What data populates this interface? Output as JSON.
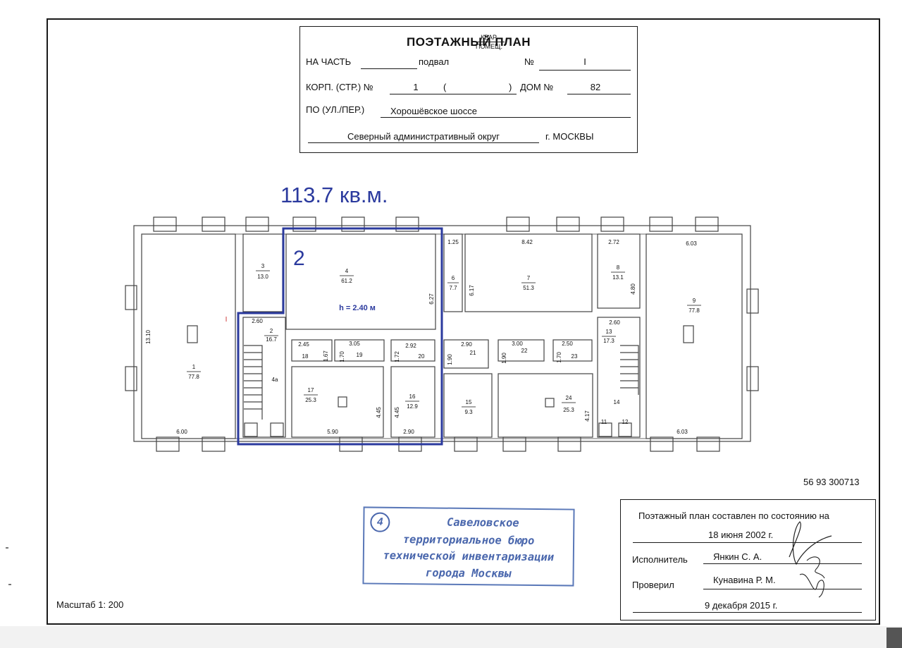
{
  "title_block": {
    "title": "ПОЭТАЖНЫЙ ПЛАН",
    "na_chast_label": "НА ЧАСТЬ",
    "podval": "подвал",
    "kvar": "КВАР.",
    "pomesh": "ПОМЕЩ.",
    "number_sign": "№",
    "number_value": "I",
    "korp_label": "КОРП. (СТР.) №",
    "korp_value": "1",
    "paren_open": "(",
    "paren_close": ")",
    "dom_label": "ДОМ №",
    "dom_value": "82",
    "po_label": "ПО (УЛ./ПЕР.)",
    "street": "Хорошёвское шоссе",
    "district": "Северный административный округ",
    "city": "г. МОСКВЫ"
  },
  "highlight": {
    "area": "113.7 кв.м.",
    "unit": "2",
    "color": "#2b3a9e"
  },
  "plan": {
    "rooms": [
      {
        "n": "1",
        "a": "77.8"
      },
      {
        "n": "2",
        "a": "16.7"
      },
      {
        "n": "3",
        "a": "13.0"
      },
      {
        "n": "4",
        "a": "61.2"
      },
      {
        "n": "6",
        "a": "7.7"
      },
      {
        "n": "7",
        "a": "51.3"
      },
      {
        "n": "8",
        "a": "13.1"
      },
      {
        "n": "9",
        "a": "77.8"
      },
      {
        "n": "13",
        "a": "17.3"
      },
      {
        "n": "15",
        "a": "9.3"
      },
      {
        "n": "16",
        "a": "12.9"
      },
      {
        "n": "17",
        "a": "25.3"
      },
      {
        "n": "24",
        "a": "25.3"
      }
    ],
    "labels": {
      "r4a": "4а",
      "r11": "11",
      "r12": "12",
      "r14": "14",
      "r18": "18",
      "r19": "19",
      "r20": "20",
      "r21": "21",
      "r22": "22",
      "r23": "23",
      "height": "h = 2.40 м",
      "d_1310": "13.10",
      "d_600": "6.00",
      "d_260a": "2.60",
      "d_245": "2.45",
      "d_167": "1.67",
      "d_305": "3.05",
      "d_170a": "1.70",
      "d_292": "2.92",
      "d_172": "1.72",
      "d_627": "6.27",
      "d_445a": "4.45",
      "d_445b": "4.45",
      "d_590": "5.90",
      "d_290a": "2.90",
      "d_125": "1.25",
      "d_617": "6.17",
      "d_842": "8.42",
      "d_290b": "2.90",
      "d_190a": "1.90",
      "d_300": "3.00",
      "d_190b": "1.90",
      "d_250": "2.50",
      "d_170b": "1.70",
      "d_417": "4.17",
      "d_272": "2.72",
      "d_480": "4.80",
      "d_260b": "2.60",
      "d_603a": "6.03",
      "d_603b": "6.03",
      "mark_I": "I"
    }
  },
  "code_number": "56 93 300713",
  "scale": "Масштаб 1: 200",
  "stamp": {
    "number": "4",
    "line1": "Савеловское",
    "line2": "территориальное бюро",
    "line3": "технической инвентаризации",
    "line4": "города Москвы"
  },
  "certification": {
    "line1": "Поэтажный план составлен по состоянию на",
    "date1": "18 июня 2002 г.",
    "executor_label": "Исполнитель",
    "executor_name": "Янкин С. А.",
    "checker_label": "Проверил",
    "checker_name": "Кунавина Р. М.",
    "date2": "9 декабря 2015 г."
  }
}
